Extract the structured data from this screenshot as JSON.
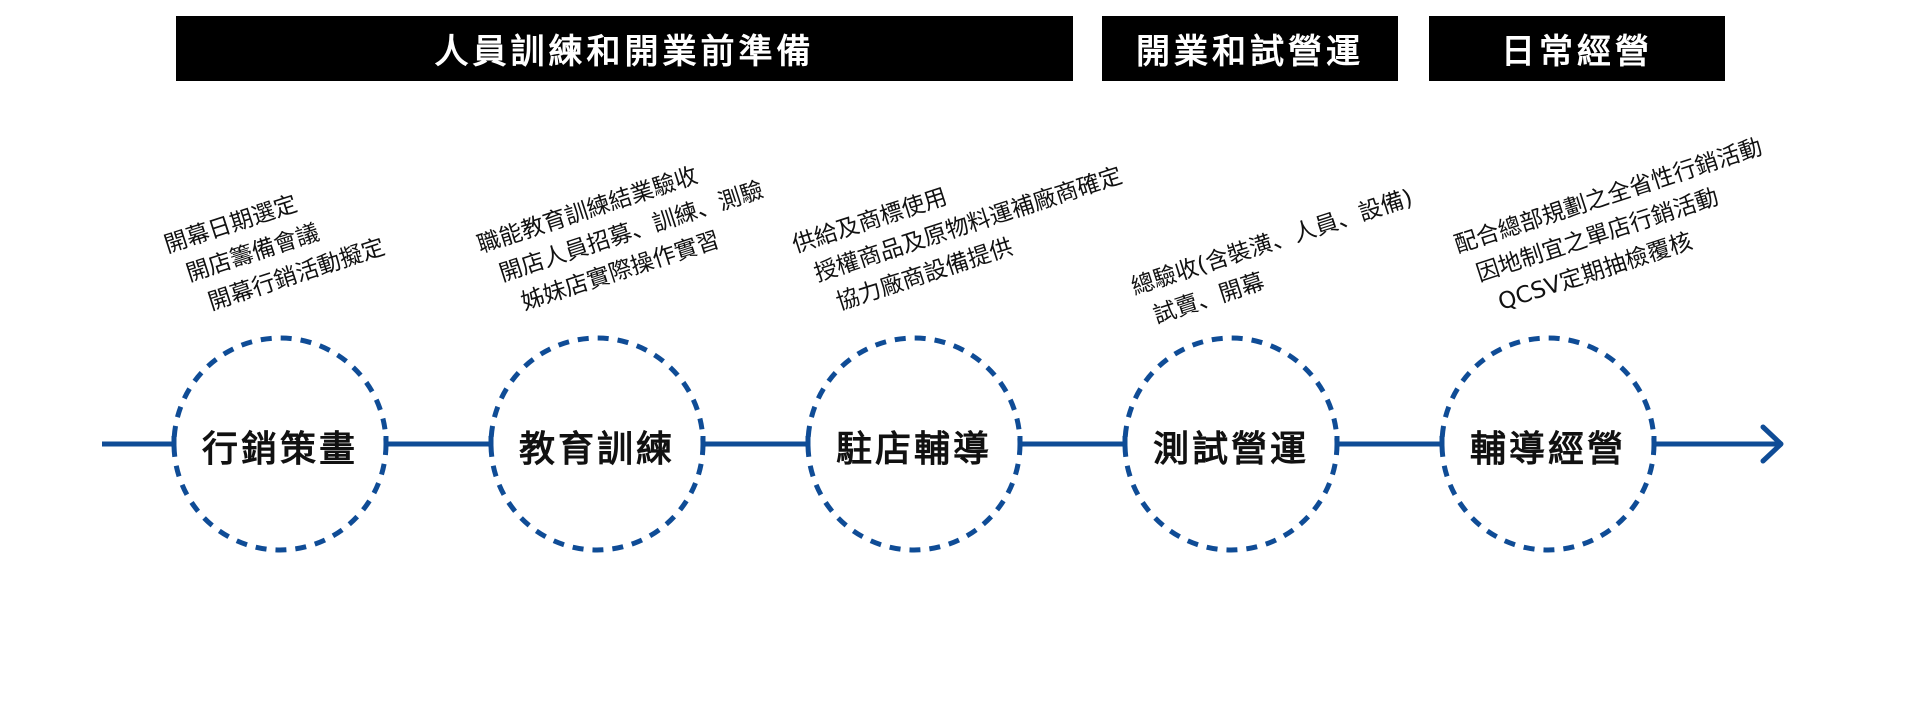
{
  "colors": {
    "banner_bg": "#000000",
    "banner_text": "#ffffff",
    "flow_line": "#0F4C96",
    "circle_dash": "#0F4C96",
    "text": "#111111"
  },
  "phases": [
    {
      "label": "人員訓練和開業前準備"
    },
    {
      "label": "開業和試營運"
    },
    {
      "label": "日常經營"
    }
  ],
  "steps": [
    {
      "label": "行銷策畫",
      "notes": [
        "開幕日期選定",
        "開店籌備會議",
        "開幕行銷活動擬定"
      ]
    },
    {
      "label": "教育訓練",
      "notes": [
        "職能教育訓練結業驗收",
        "開店人員招募、訓練、測驗",
        "姊妹店實際操作實習"
      ]
    },
    {
      "label": "駐店輔導",
      "notes": [
        "供給及商標使用",
        "授權商品及原物料運補廠商確定",
        "協力廠商設備提供"
      ]
    },
    {
      "label": "測試營運",
      "notes": [
        "總驗收(含裝潢、人員、設備)",
        "試賣、開幕"
      ]
    },
    {
      "label": "輔導經營",
      "notes": [
        "配合總部規劃之全省性行銷活動",
        "因地制宜之單店行銷活動",
        "QCSV定期抽檢覆核"
      ]
    }
  ],
  "flow": {
    "direction": "left-to-right",
    "end_marker": "arrow-right-icon"
  }
}
